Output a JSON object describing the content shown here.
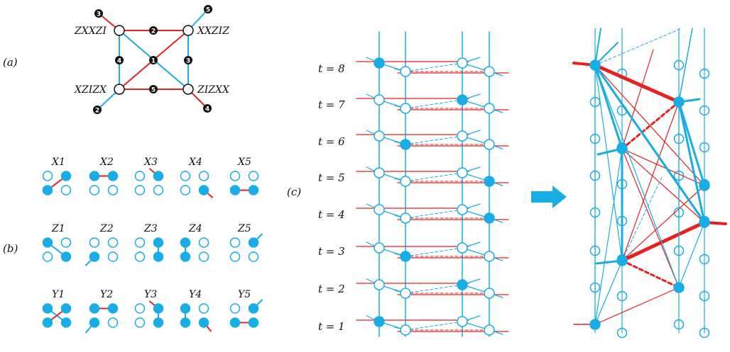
{
  "colors": {
    "blue": "#18ade5",
    "red": "#e82020",
    "black": "#111111",
    "arrow": "#18ade5"
  },
  "panel_a": {
    "label": "(a)",
    "nodes": [
      {
        "text": "ZXXZI"
      },
      {
        "text": "XXZIZ"
      },
      {
        "text": "XZIZX"
      },
      {
        "text": "ZIZXX"
      }
    ],
    "edge_numbers": [
      "2",
      "1",
      "4",
      "3",
      "5"
    ],
    "leg_numbers": [
      "3",
      "5",
      "2",
      "4"
    ]
  },
  "panel_b": {
    "label": "(b)",
    "x_labels": [
      "X1",
      "X2",
      "X3",
      "X4",
      "X5"
    ],
    "z_labels": [
      "Z1",
      "Z2",
      "Z3",
      "Z4",
      "Z5"
    ],
    "y_labels": [
      "Y1",
      "Y2",
      "Y3",
      "Y4",
      "Y5"
    ]
  },
  "panel_c": {
    "label": "(c)",
    "time_labels": [
      "t = 8",
      "t = 7",
      "t = 6",
      "t = 5",
      "t = 4",
      "t = 3",
      "t = 2",
      "t = 1"
    ]
  }
}
